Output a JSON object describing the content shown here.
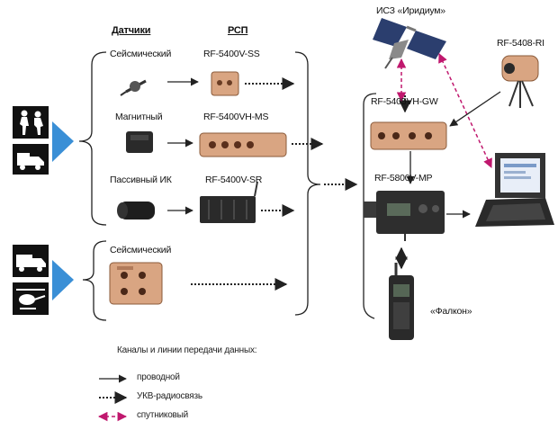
{
  "headers": {
    "sensors": "Датчики",
    "relays": "РСП"
  },
  "sensors": [
    {
      "label": "Сейсмический",
      "device": "RF-5400V-SS"
    },
    {
      "label": "Магнитный",
      "device": "RF-5400VH-MS"
    },
    {
      "label": "Пассивный ИК",
      "device": "RF-5400V-SR"
    },
    {
      "label": "Сейсмический",
      "device": ""
    }
  ],
  "right": {
    "satellite": "ИСЗ «Иридиум»",
    "camera": "RF-5408-RI",
    "gateway": "RF-5405VH-GW",
    "manpack": "RF-5800V-MP",
    "handheld": "«Фалкон»"
  },
  "legend": {
    "title": "Каналы и линии передачи данных:",
    "items": [
      {
        "label": "проводной",
        "style": "solid",
        "color": "#222222"
      },
      {
        "label": "УКВ-радиосвязь",
        "style": "dotted",
        "color": "#222222"
      },
      {
        "label": "спутниковый",
        "style": "dashed",
        "color": "#c0186e"
      }
    ]
  },
  "colors": {
    "accent_blue": "#3a8fd6",
    "satellite_link": "#c0186e",
    "device_tan": "#d9a582",
    "device_dark": "#2a2a2a"
  },
  "icons": [
    "soldiers-icon",
    "truck-icon",
    "satellite-icon",
    "camera-icon",
    "laptop-icon",
    "radio-icon",
    "helicopter-icon"
  ]
}
